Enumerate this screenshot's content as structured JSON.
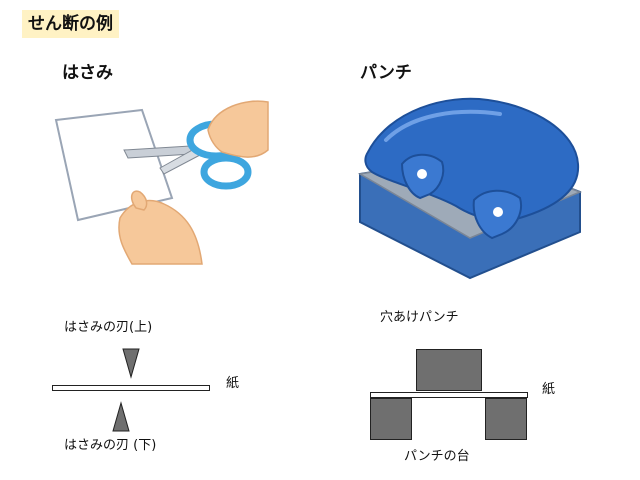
{
  "title": "せん断の例",
  "scissors": {
    "heading": "はさみ",
    "upper_blade_label": "はさみの刃(上)",
    "paper_label": "紙",
    "lower_blade_label": "はさみの刃 (下)"
  },
  "punch": {
    "heading": "パンチ",
    "hole_punch_label": "穴あけパンチ",
    "paper_label": "紙",
    "base_label": "パンチの台"
  },
  "colors": {
    "title_highlight": "#fff2c4",
    "blade_gray": "#6f6f6f",
    "punch_blue": "#2d6bc4",
    "scissors_handle": "#3ea6df",
    "skin": "#f6c89a"
  }
}
